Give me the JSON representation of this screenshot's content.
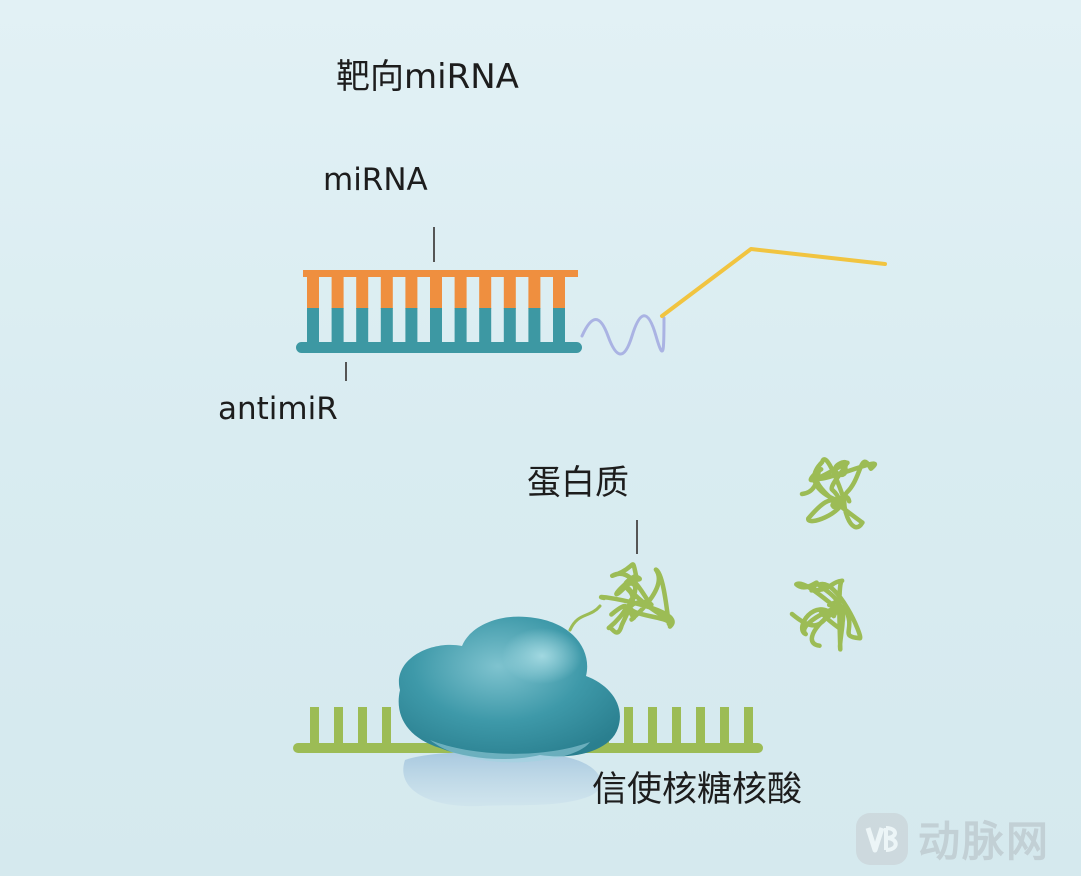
{
  "title": "靶向miRNA",
  "labels": {
    "mirna": "miRNA",
    "antimir": "antimiR",
    "protein": "蛋白质",
    "mrna": "信使核糖核酸"
  },
  "watermark": {
    "text": "动脉网"
  },
  "colors": {
    "background": "#dcedf2",
    "mirna_strand": "#ef8f3f",
    "antimir_strand": "#3d98a3",
    "tail_wave": "#aab3e3",
    "tail_line": "#f1c440",
    "protein": "#9cbc55",
    "ribosome": "#3f98a8",
    "mrna_strand": "#9cbc55",
    "leader_line": "#555555"
  }
}
